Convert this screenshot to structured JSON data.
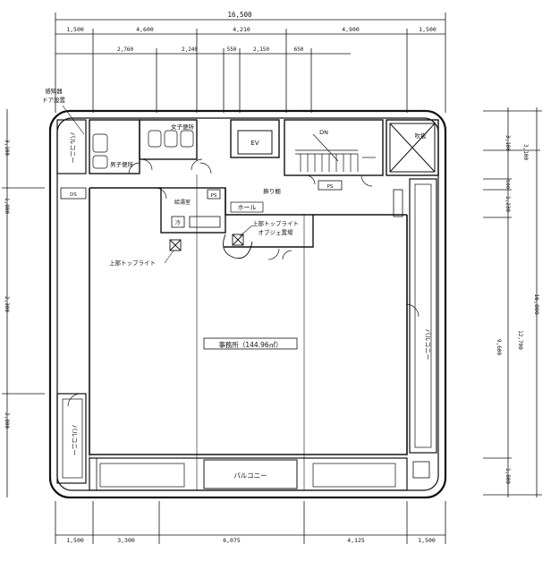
{
  "dimensions": {
    "overall_width": "16,500",
    "top": [
      "1,500",
      "4,600",
      "4,210",
      "4,900",
      "1,500"
    ],
    "sub_top": [
      "2,760",
      "2,240",
      "550",
      "2,150",
      "650"
    ],
    "bottom": [
      "1,500",
      "3,300",
      "6,075",
      "4,125",
      "1,500"
    ],
    "right_outer": "16,800",
    "right_mid": [
      "3,100",
      "500",
      "1,230",
      "12,700",
      "1,800"
    ],
    "right_inner": "9,600",
    "left": [
      "3,100",
      "1,800",
      "2,300",
      "2,800"
    ]
  },
  "rooms": {
    "office": "事務所（144.96㎡）",
    "balcony_left_top": "バルコニー",
    "balcony_left_bottom": "バルコニー",
    "balcony_right": "バルコニー",
    "balcony_bottom": "バルコニー",
    "womens_toilet": "女子便所",
    "mens_toilet": "男子便所",
    "elevator": "EV",
    "hall": "ホール",
    "stairs_dn": "DN",
    "kitchenette": "給湯室",
    "shaft": "吹抜",
    "ps": "PS",
    "ds": "DS",
    "reizo": "冷",
    "chiller": "PS"
  },
  "annotations": {
    "security": [
      "感知器",
      "ドア設置"
    ],
    "kazari": "飾り棚",
    "toplight_upper": [
      "上部トップライト",
      "オブジェ置場"
    ],
    "toplight_left": "上部トップライト"
  },
  "colors": {
    "ink": "#111111",
    "paper": "#ffffff"
  }
}
